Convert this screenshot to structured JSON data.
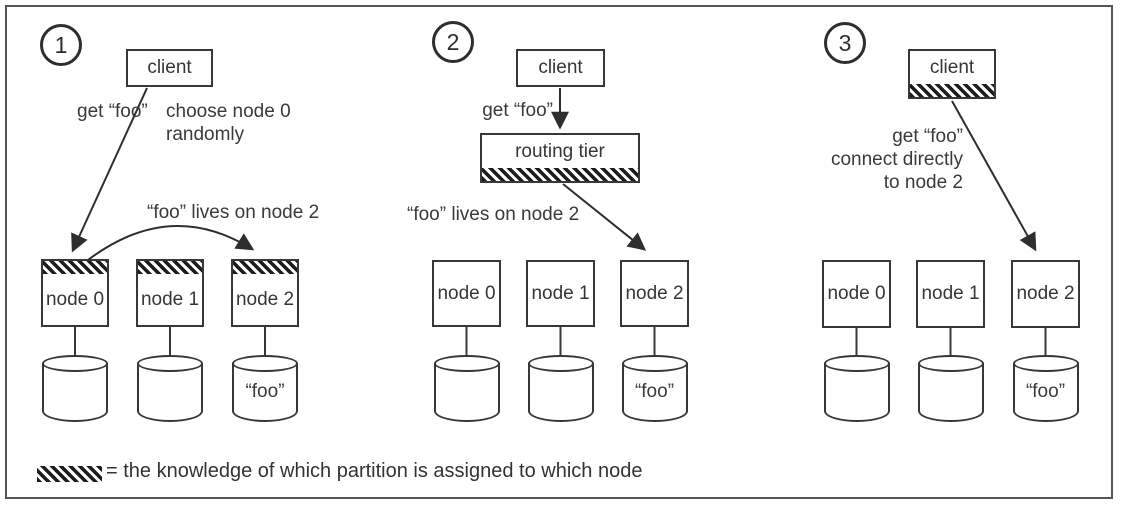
{
  "panels": [
    {
      "number": "1",
      "client_label": "client",
      "request_label": "get “foo”",
      "note_line1": "choose node 0",
      "note_line2": "randomly",
      "lives_label": "“foo” lives on node 2",
      "nodes": [
        {
          "label": "node 0"
        },
        {
          "label": "node 1"
        },
        {
          "label": "node 2",
          "db_value": "“foo”"
        }
      ]
    },
    {
      "number": "2",
      "client_label": "client",
      "request_label": "get “foo”",
      "router_label": "routing tier",
      "lives_label": "“foo” lives on node 2",
      "nodes": [
        {
          "label": "node 0"
        },
        {
          "label": "node 1"
        },
        {
          "label": "node 2",
          "db_value": "“foo”"
        }
      ]
    },
    {
      "number": "3",
      "client_label": "client",
      "request_line1": "get “foo”",
      "request_line2": "connect directly",
      "request_line3": "to node 2",
      "nodes": [
        {
          "label": "node 0"
        },
        {
          "label": "node 1"
        },
        {
          "label": "node 2",
          "db_value": "“foo”"
        }
      ]
    }
  ],
  "legend": {
    "text": "= the knowledge of which partition is assigned to which node"
  },
  "colors": {
    "stroke": "#383838",
    "hatch": "#1d1d1d",
    "border": "#555555"
  }
}
